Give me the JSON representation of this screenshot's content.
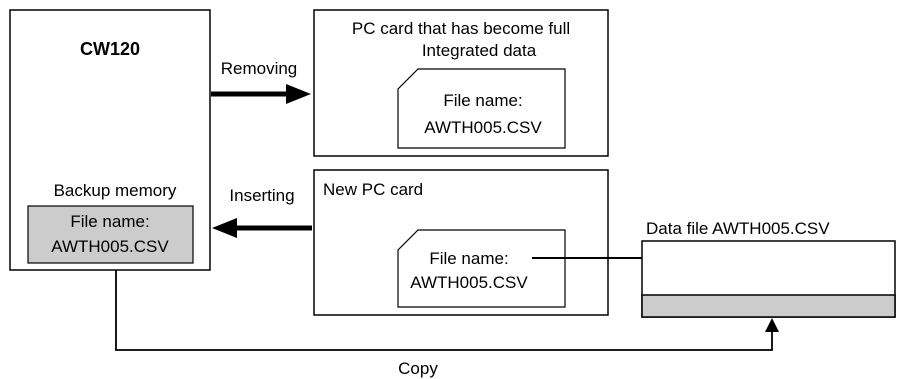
{
  "cw120": {
    "title": "CW120",
    "backup_label": "Backup memory",
    "file_line1": "File name:",
    "file_line2": "AWTH005.CSV"
  },
  "full_card": {
    "title": "PC card that has become full",
    "subtitle": "Integrated data",
    "file_line1": "File name:",
    "file_line2": "AWTH005.CSV"
  },
  "new_card": {
    "title": "New PC card",
    "file_line1": "File name:",
    "file_line2": "AWTH005.CSV"
  },
  "data_file": {
    "title": "Data file AWTH005.CSV"
  },
  "arrows": {
    "removing": "Removing",
    "inserting": "Inserting",
    "copy": "Copy"
  },
  "colors": {
    "shade": "#cccccc",
    "stroke": "#000000"
  }
}
